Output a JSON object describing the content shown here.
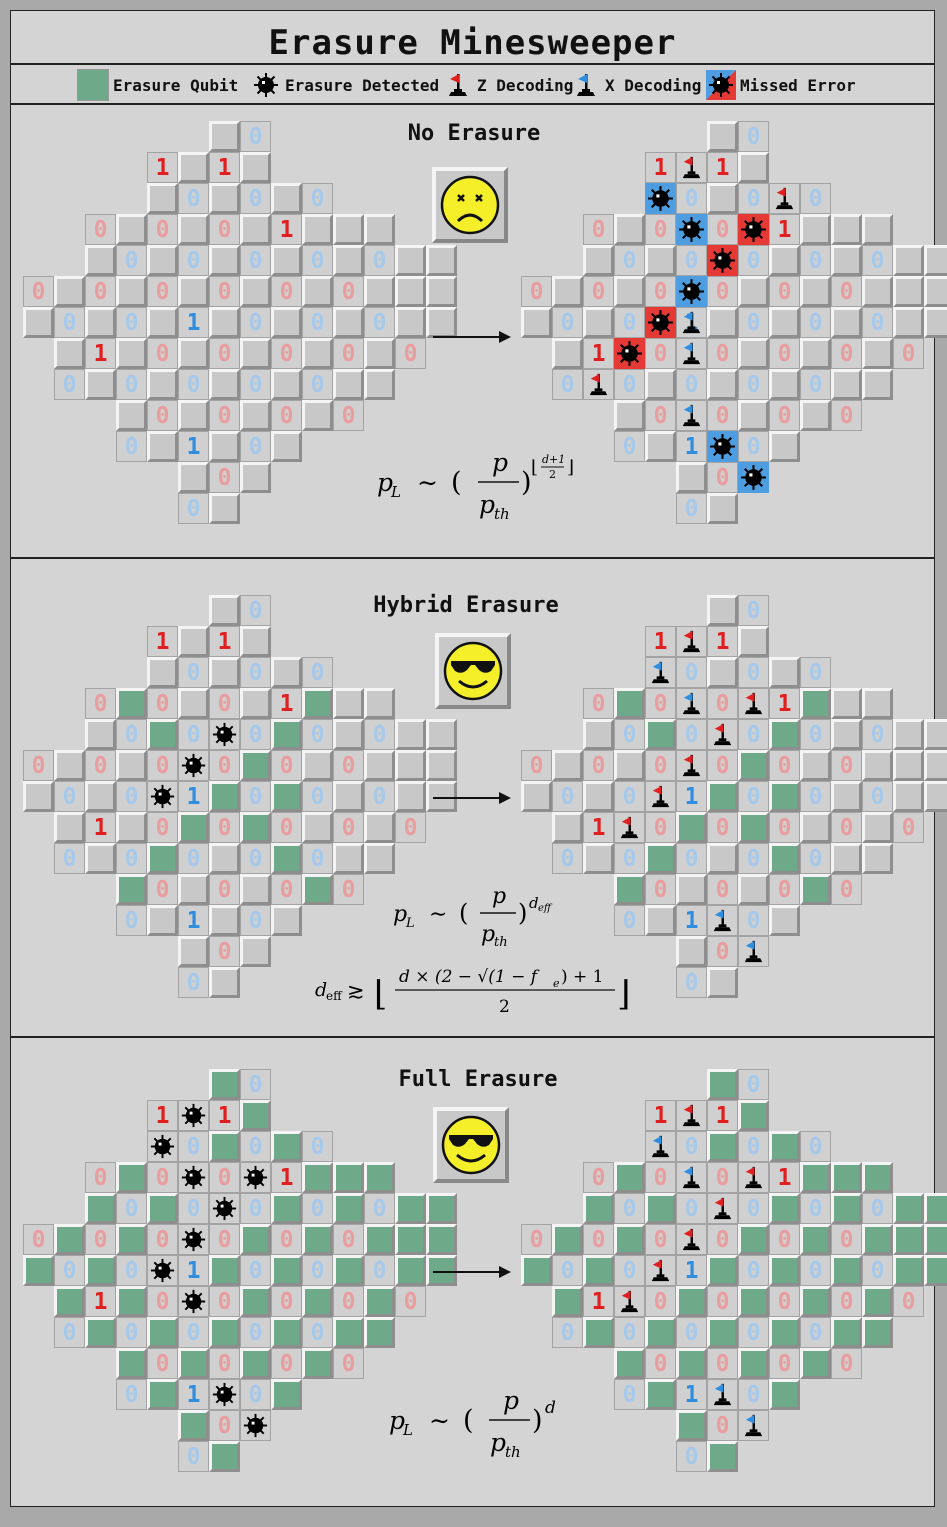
{
  "title": "Erasure Minesweeper",
  "legend": [
    {
      "label": "Erasure Qubit",
      "icon": "erasure-swatch",
      "color": "#6ea98a"
    },
    {
      "label": "Erasure Detected",
      "icon": "mine-icon"
    },
    {
      "label": "Z Decoding",
      "icon": "red-flag-icon",
      "color": "#e02020"
    },
    {
      "label": "X Decoding",
      "icon": "blue-flag-icon",
      "color": "#2f8ee0"
    },
    {
      "label": "Missed Error",
      "icon": "missed-mine-icon",
      "colors": [
        "#e53935",
        "#4d9de0"
      ]
    }
  ],
  "sections": [
    {
      "title": "No Erasure",
      "face": "sad",
      "formula_text": "p_L ~ (p / p_th)^⌊(d+1)/2⌋"
    },
    {
      "title": "Hybrid Erasure",
      "face": "cool",
      "formula_text": "p_L ~ (p / p_th)^d_eff",
      "formula2_text": "d_eff ≳ ⌊(d × (2 − √(1 − f_e)) + 1) / 2⌋"
    },
    {
      "title": "Full Erasure",
      "face": "cool",
      "formula_text": "p_L ~ (p / p_th)^d"
    }
  ],
  "formula_glyphs": {
    "pL": "p",
    "L": "L",
    "sim": "∼",
    "lp": "(",
    "rp": ")",
    "p": "p",
    "pth": "p",
    "th": "th",
    "floorL": "⌊",
    "floorR": "⌋",
    "dp1": "d+1",
    "two": "2",
    "deff": "d",
    "eff": "eff",
    "d": "d",
    "deff_lhs": "d",
    "deff_sub": "eff",
    "gtrsim": "≳",
    "numer": "d × (2 − √(1 − f",
    "fe_sub": "e",
    "numer_end": ") + 1"
  },
  "colors": {
    "erasure": "#6ea98a",
    "zflag": "#e02020",
    "xflag": "#2f8ee0",
    "missed_red": "#e53935",
    "missed_blue": "#4d9de0"
  }
}
